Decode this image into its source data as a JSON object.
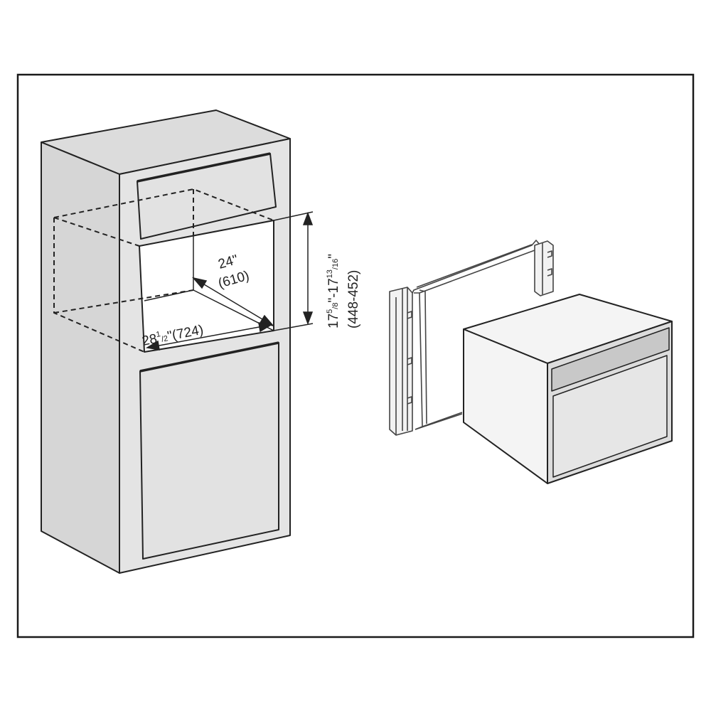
{
  "diagram": {
    "colors": {
      "frame": "#1a1a1a",
      "cabinet_face": "#e6e6e6",
      "cabinet_top": "#dcdcdc",
      "cabinet_side": "#d4d4d4",
      "panel": "#e2e2e2",
      "opening": "#ffffff",
      "line": "#222222"
    },
    "dimensions": {
      "depth": {
        "inches": "24\"",
        "mm": "(610)"
      },
      "width": {
        "whole": "28",
        "frac_num": "1",
        "frac_den": "2",
        "rest": "\"(724)"
      },
      "height": {
        "whole_a": "17",
        "frac_a_num": "5",
        "frac_a_den": "8",
        "sep": "\"-17",
        "frac_b_num": "13",
        "frac_b_den": "16",
        "tail": "\"",
        "mm": "(448-452)"
      }
    }
  }
}
